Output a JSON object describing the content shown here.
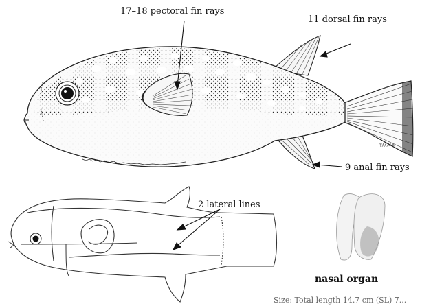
{
  "labels": {
    "pectoral": "17–18 pectoral fin rays",
    "dorsal": "11 dorsal fin rays",
    "anal": "9 anal fin rays",
    "lateral": "2 lateral lines",
    "nasal": "nasal organ",
    "artist_signature": "TAGUE",
    "credit": "Size: Total length 14.7 cm (SL) 7..."
  },
  "colors": {
    "ink": "#111111",
    "line": "#333333",
    "body_light": "#f4f4f4",
    "spot": "#ffffff",
    "nasal_shade": "#9a9a9a"
  }
}
